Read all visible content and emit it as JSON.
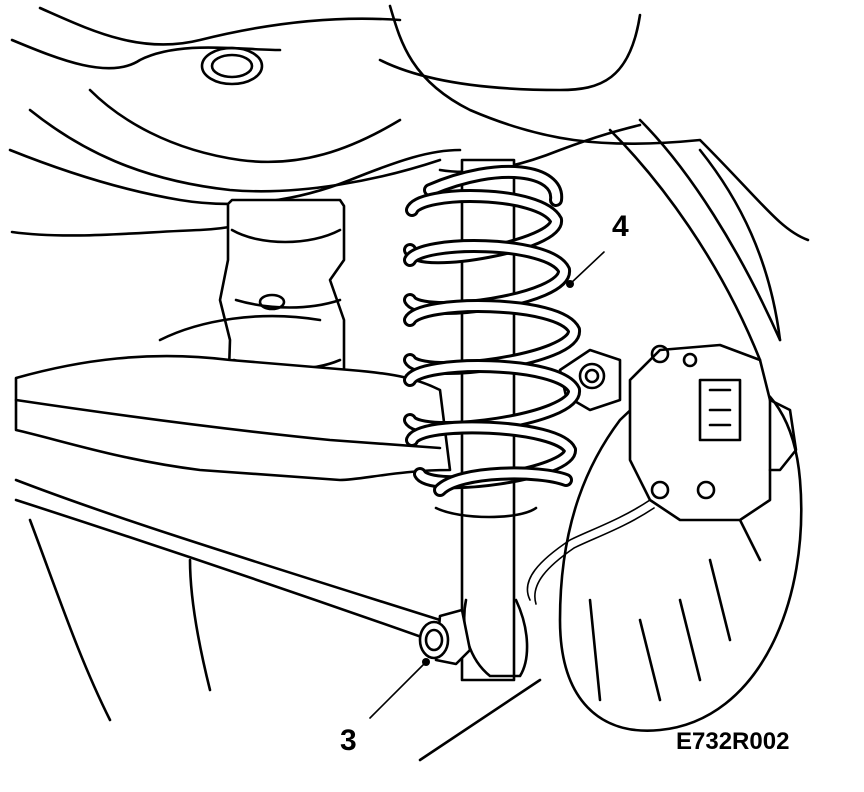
{
  "figure": {
    "figure_code": "E732R002",
    "callouts": [
      {
        "id": "4",
        "text": "4"
      },
      {
        "id": "3",
        "text": "3"
      }
    ]
  },
  "colors": {
    "line": "#000000",
    "background": "#ffffff"
  }
}
